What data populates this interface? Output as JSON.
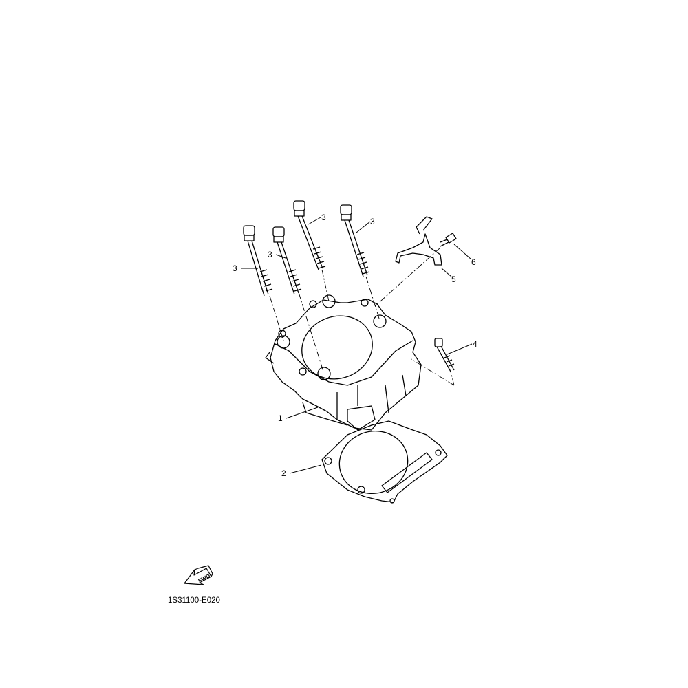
{
  "diagram": {
    "code": "1S31100-E020",
    "fwd_label": "FWD",
    "callouts": {
      "cylinder": "1",
      "gasket": "2",
      "stud_bolt_a": "3",
      "stud_bolt_b": "3",
      "stud_bolt_c": "3",
      "stud_bolt_d": "3",
      "bolt": "4",
      "bracket": "5",
      "bracket_bolt": "6"
    }
  }
}
